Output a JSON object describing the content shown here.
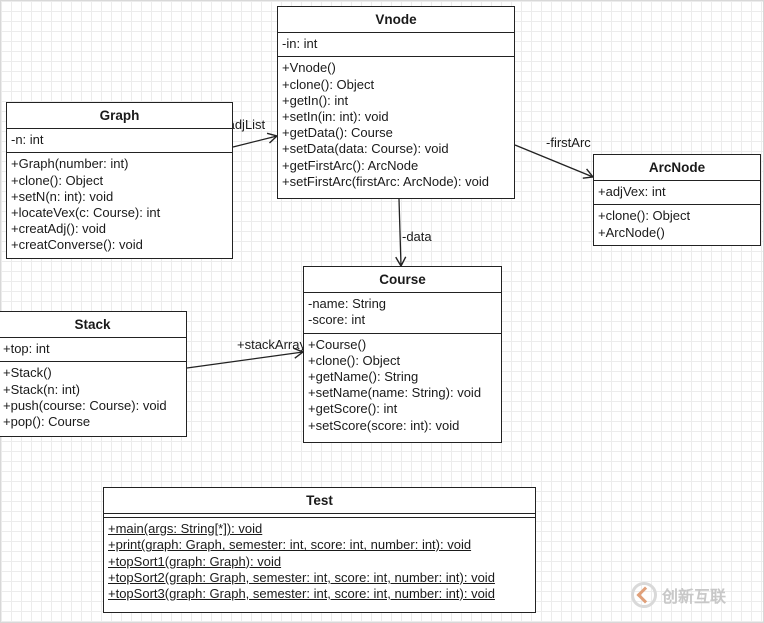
{
  "classes": {
    "vnode": {
      "name": "Vnode",
      "attributes": [
        "-in: int"
      ],
      "methods": [
        "+Vnode()",
        "+clone(): Object",
        "+getIn(): int",
        "+setIn(in: int): void",
        "+getData(): Course",
        "+setData(data: Course): void",
        "+getFirstArc(): ArcNode",
        "+setFirstArc(firstArc: ArcNode): void"
      ]
    },
    "graph": {
      "name": "Graph",
      "attributes": [
        "-n: int"
      ],
      "methods": [
        "+Graph(number: int)",
        "+clone(): Object",
        "+setN(n: int): void",
        "+locateVex(c: Course): int",
        "+creatAdj(): void",
        "+creatConverse(): void"
      ]
    },
    "arcnode": {
      "name": "ArcNode",
      "attributes": [
        "+adjVex: int"
      ],
      "methods": [
        "+clone(): Object",
        "+ArcNode()"
      ]
    },
    "course": {
      "name": "Course",
      "attributes": [
        "-name: String",
        "-score: int"
      ],
      "methods": [
        "+Course()",
        "+clone(): Object",
        "+getName(): String",
        "+setName(name: String): void",
        "+getScore(): int",
        "+setScore(score: int): void"
      ]
    },
    "stack": {
      "name": "Stack",
      "attributes": [
        "+top: int"
      ],
      "methods": [
        "+Stack()",
        "+Stack(n: int)",
        "+push(course: Course): void",
        "+pop(): Course"
      ]
    },
    "test": {
      "name": "Test",
      "attributes": [],
      "methods": [
        "+main(args: String[*]): void",
        "+print(graph: Graph, semester: int, score: int, number: int): void",
        "+topSort1(graph: Graph): void",
        "+topSort2(graph: Graph, semester: int, score: int, number: int): void",
        "+topSort3(graph: Graph, semester: int, score: int, number: int): void"
      ]
    }
  },
  "associations": {
    "adjList": "+adjList",
    "firstArc": "-firstArc",
    "data": "-data",
    "stackArray": "+stackArray"
  },
  "watermark": "创新互联",
  "colors": {
    "line": "#222222",
    "grid": "#ececec",
    "watermark": "#c8c8c8",
    "watermark_accent": "#e0a07a"
  }
}
